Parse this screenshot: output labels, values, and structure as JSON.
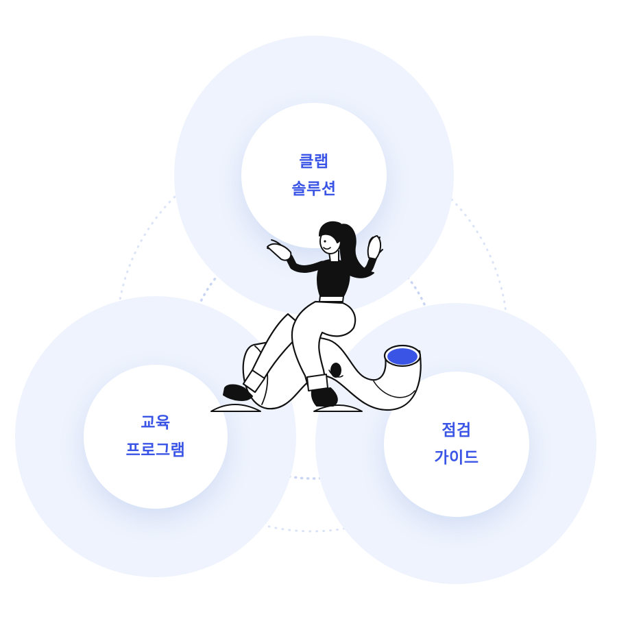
{
  "colors": {
    "accent": "#3a55e6",
    "halo": "#eef3fd",
    "dots": "#c9d6f3",
    "ink": "#111111"
  },
  "nodes": {
    "top": {
      "line1": "클랩",
      "line2": "솔루션"
    },
    "left": {
      "line1": "교육",
      "line2": "프로그램"
    },
    "right": {
      "line1": "점검",
      "line2": "가이드"
    }
  },
  "illustration": {
    "icon": "woman-sitting-on-giant-tube-illustration"
  }
}
